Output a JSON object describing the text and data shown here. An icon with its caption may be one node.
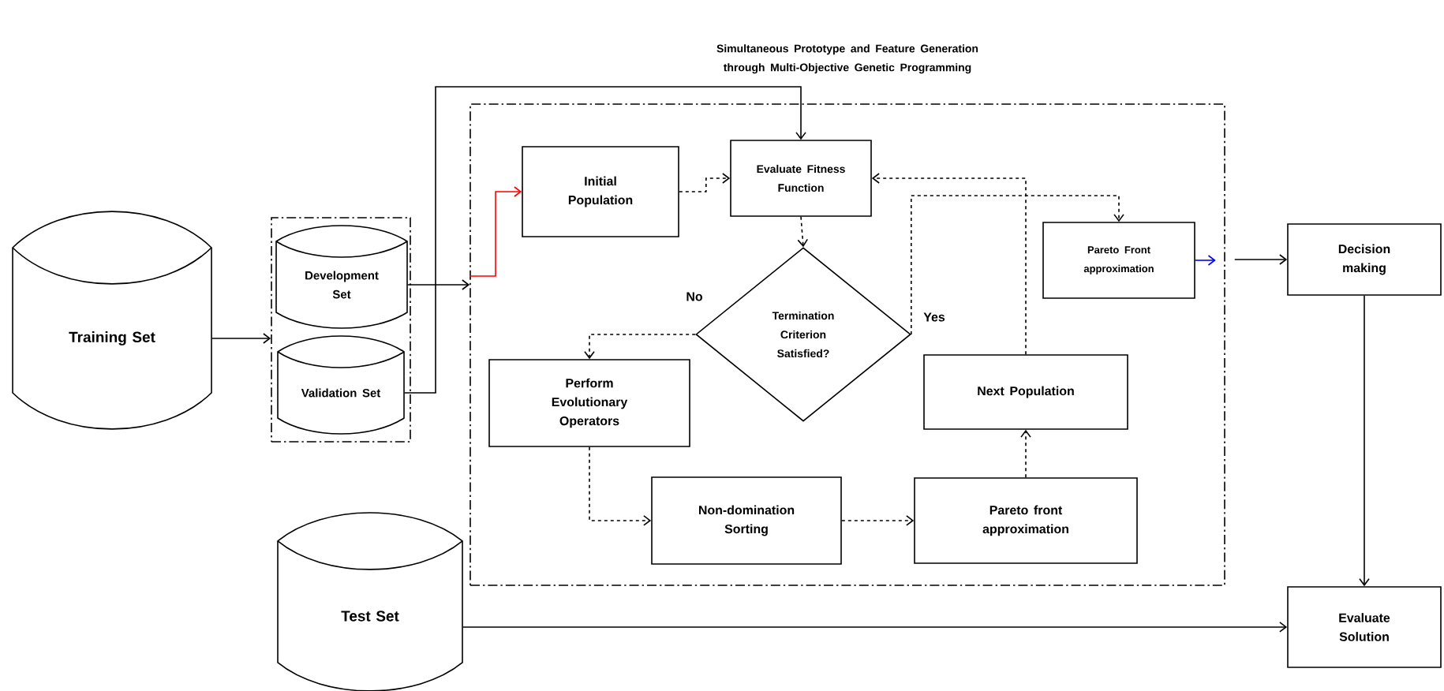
{
  "diagram": {
    "nodes": [
      {
        "text": [
          "Training Set"
        ]
      },
      {
        "text": [],
        "shape": "box"
      },
      {
        "text": [
          "Development Set"
        ],
        "in": 1
      },
      {
        "text": [
          "Validation Set"
        ],
        "in": 1
      },
      {
        "text": [
          "Simultaneous Prototype and Feature Generation through Multi-Objective Genetic Programming"
        ]
      },
      {
        "text": [
          "Initial Population"
        ],
        "in": 4
      },
      {
        "text": [
          "Evaluate Fitness Function"
        ],
        "in": 4
      },
      {
        "text": [
          "Termination Criterion Satisfied?"
        ],
        "in": 4
      },
      {
        "text": [
          "Perform Evolutionary Operators"
        ],
        "in": 4
      },
      {
        "text": [
          "Non-domination Sorting"
        ],
        "in": 4
      },
      {
        "text": [
          "Pareto front approximation"
        ],
        "in": 4
      },
      {
        "text": [
          "Next Population"
        ],
        "in": 4
      },
      {
        "text": [
          "Pareto Front approximation"
        ],
        "in": 4
      },
      {
        "text": [
          "Decision making"
        ]
      },
      {
        "text": [
          "Evaluate Solution"
        ]
      },
      {
        "text": [
          "Test Set"
        ]
      }
    ],
    "edges": [
      {
        "from": 0,
        "to": 1,
        "arrow": "to"
      },
      {
        "from": 2,
        "to": 4,
        "arrow": "to"
      },
      {
        "from": 3,
        "to": 6,
        "arrow": "to"
      },
      {
        "from": 4,
        "to": 5,
        "arrow": "to",
        "color": "#ff0000"
      },
      {
        "from": 5,
        "to": 6,
        "arrow": "to",
        "style": "dashed"
      },
      {
        "from": 6,
        "to": 7,
        "arrow": "to",
        "style": "dashed"
      },
      {
        "from": 7,
        "to": 8,
        "arrow": "to",
        "style": "dashed",
        "label": "No"
      },
      {
        "from": 7,
        "to": 12,
        "arrow": "to",
        "style": "dashed",
        "label": "Yes"
      },
      {
        "from": 11,
        "to": 6,
        "arrow": "to",
        "style": "dashed"
      },
      {
        "from": 8,
        "to": 9,
        "arrow": "to",
        "style": "dashed"
      },
      {
        "from": 9,
        "to": 10,
        "arrow": "to",
        "style": "dashed"
      },
      {
        "from": 10,
        "to": 11,
        "arrow": "to",
        "style": "dashed"
      },
      {
        "from": 12,
        "to": 4,
        "arrow": "to",
        "color": "#0000ff"
      },
      {
        "from": 4,
        "to": 13,
        "arrow": "to"
      },
      {
        "from": 13,
        "to": 14,
        "arrow": "to"
      },
      {
        "from": 15,
        "to": 14,
        "arrow": "to"
      }
    ]
  }
}
